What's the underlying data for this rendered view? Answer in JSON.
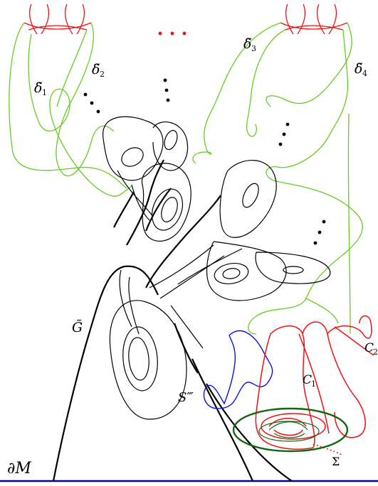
{
  "labels": {
    "delta1": "δ̃",
    "delta1_sub": "1",
    "delta2": "δ̃",
    "delta2_sub": "2",
    "delta3": "δ̃",
    "delta3_sub": "3",
    "delta4": "δ̃",
    "delta4_sub": "4",
    "G": "G̃",
    "S": "S‴",
    "C1": "C",
    "C1_sub": "1",
    "C2": "C",
    "C2_sub": "2",
    "Sigma": "Σ",
    "boundary": "∂M"
  },
  "colors": {
    "black": "#000000",
    "green": "#66cc22",
    "red": "#ee1111",
    "blue": "#1111dd",
    "dark_green": "#116611",
    "navy": "#000088"
  }
}
